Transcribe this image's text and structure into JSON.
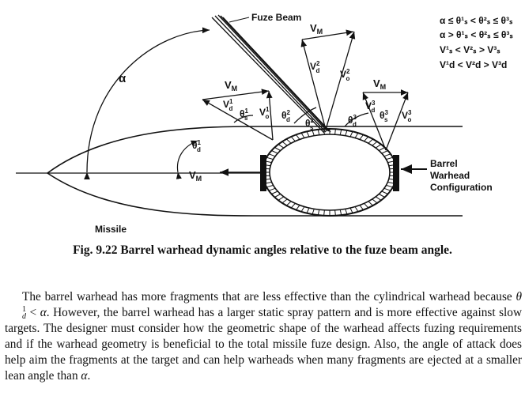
{
  "figure": {
    "labels": {
      "fuze_beam": "Fuze Beam",
      "alpha": "α",
      "missile": "Missile",
      "barrel_warhead_1": "Barrel",
      "barrel_warhead_2": "Warhead",
      "barrel_warhead_3": "Configuration",
      "v": "V",
      "m_sub": "M",
      "d_sub": "d",
      "s_sub": "s",
      "o_sub": "o",
      "theta": "θ",
      "sup1": "1",
      "sup2": "2",
      "sup3": "3"
    },
    "legend": {
      "line1": "α ≤ θ¹ₛ < θ²ₛ ≤ θ³ₛ",
      "line2": "α > θ¹ₛ < θ²ₛ ≤ θ³ₛ",
      "line3": "V¹ₛ < V²ₛ > V³ₛ",
      "line4": "V¹d < V²d > V³d"
    }
  },
  "caption": "Fig. 9.22   Barrel warhead dynamic angles relative to the fuze beam angle.",
  "paragraph": {
    "part1": "The barrel warhead has more fragments that are less effective than the cylindrical warhead because ",
    "math_theta": "θ",
    "math_sub": "d",
    "math_sup": "1",
    "math_rel": " < ",
    "math_alpha": "α",
    "part2": ". However, the barrel warhead has a larger static spray pattern and is more effective against slow targets. The designer must consider how the geometric shape of the warhead affects fuzing requirements and if the warhead geometry is beneficial to the total missile fuze design. Also, the angle of attack does help aim the fragments at the target and can help warheads when many fragments are ejected at a smaller lean angle than ",
    "end_alpha": "α",
    "end": "."
  }
}
